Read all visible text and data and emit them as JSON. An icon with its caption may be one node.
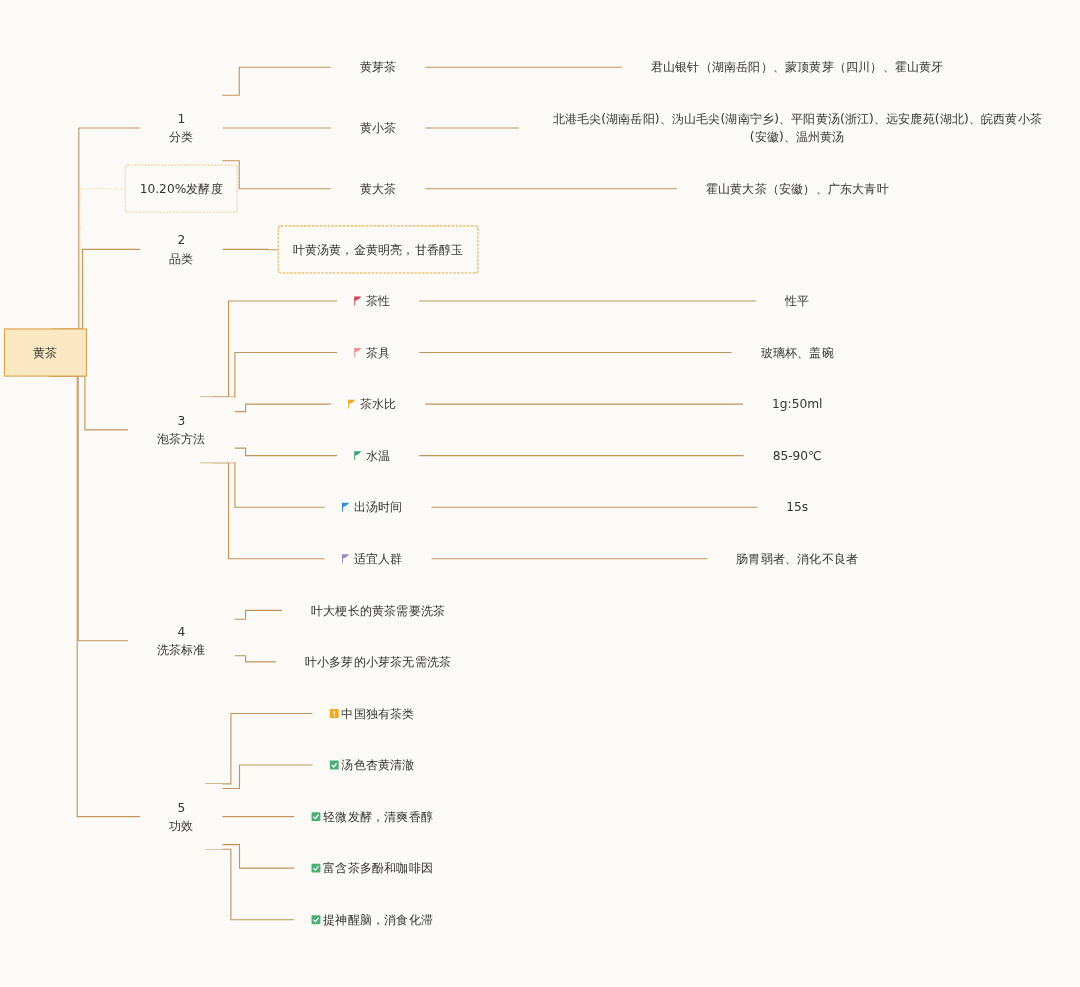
{
  "diagram": {
    "nodes": [
      {
        "text": [
          "黄茶"
        ]
      },
      {
        "text": [
          "1",
          "分类"
        ]
      },
      {
        "text": [
          "10.20%发酵度"
        ]
      },
      {
        "text": [
          "黄芽茶"
        ]
      },
      {
        "text": [
          "君山银针（湖南岳阳）、蒙顶黄芽（四川）、霍山黄牙"
        ]
      },
      {
        "text": [
          "黄小茶"
        ]
      },
      {
        "text": [
          "北港毛尖(湖南岳阳)、沩山毛尖(湖南宁乡)、平阳黄汤(浙江)、远安鹿苑(湖北)、皖西黄小茶(安徽)、温州黄汤"
        ]
      },
      {
        "text": [
          "黄大茶"
        ]
      },
      {
        "text": [
          "霍山黄大茶（安徽）、广东大青叶"
        ]
      },
      {
        "text": [
          "2",
          "品类"
        ]
      },
      {
        "text": [
          "叶黄汤黄，金黄明亮，甘香醇玉"
        ]
      },
      {
        "text": [
          "3",
          "泡茶方法"
        ]
      },
      {
        "text": [
          "茶性"
        ]
      },
      {
        "text": [
          "性平"
        ]
      },
      {
        "text": [
          "茶具"
        ]
      },
      {
        "text": [
          "玻璃杯、盖碗"
        ]
      },
      {
        "text": [
          "茶水比"
        ]
      },
      {
        "text": [
          "1g:50ml"
        ]
      },
      {
        "text": [
          "水温"
        ]
      },
      {
        "text": [
          "85-90℃"
        ]
      },
      {
        "text": [
          "出汤时间"
        ]
      },
      {
        "text": [
          "15s"
        ]
      },
      {
        "text": [
          "适宜人群"
        ]
      },
      {
        "text": [
          "肠胃弱者、消化不良者"
        ]
      },
      {
        "text": [
          "4",
          "洗茶标准"
        ]
      },
      {
        "text": [
          "叶大梗长的黄茶需要洗茶"
        ]
      },
      {
        "text": [
          "叶小多芽的小芽茶无需洗茶"
        ]
      },
      {
        "text": [
          "5",
          "功效"
        ]
      },
      {
        "text": [
          "中国独有茶类"
        ]
      },
      {
        "text": [
          "汤色杏黄清澈"
        ]
      },
      {
        "text": [
          "轻微发酵，清爽香醇"
        ]
      },
      {
        "text": [
          "富含茶多酚和咖啡因"
        ]
      },
      {
        "text": [
          "提神醒脑，消食化滞"
        ]
      }
    ],
    "edges": [
      {
        "from": 0,
        "to": 1,
        "arrow": "none"
      },
      {
        "from": 0,
        "to": 2,
        "arrow": "none",
        "style": "dashed",
        "color": "#efd9a9"
      },
      {
        "from": 1,
        "to": 3,
        "arrow": "none"
      },
      {
        "from": 3,
        "to": 4,
        "arrow": "none"
      },
      {
        "from": 1,
        "to": 5,
        "arrow": "none"
      },
      {
        "from": 5,
        "to": 6,
        "arrow": "none"
      },
      {
        "from": 1,
        "to": 7,
        "arrow": "none"
      },
      {
        "from": 7,
        "to": 8,
        "arrow": "none"
      },
      {
        "from": 0,
        "to": 9,
        "arrow": "none"
      },
      {
        "from": 9,
        "to": 10,
        "arrow": "none"
      },
      {
        "from": 0,
        "to": 11,
        "arrow": "none"
      },
      {
        "from": 11,
        "to": 12,
        "arrow": "none"
      },
      {
        "from": 12,
        "to": 13,
        "arrow": "none"
      },
      {
        "from": 11,
        "to": 14,
        "arrow": "none"
      },
      {
        "from": 14,
        "to": 15,
        "arrow": "none"
      },
      {
        "from": 11,
        "to": 16,
        "arrow": "none"
      },
      {
        "from": 16,
        "to": 17,
        "arrow": "none"
      },
      {
        "from": 11,
        "to": 18,
        "arrow": "none"
      },
      {
        "from": 18,
        "to": 19,
        "arrow": "none"
      },
      {
        "from": 11,
        "to": 20,
        "arrow": "none"
      },
      {
        "from": 20,
        "to": 21,
        "arrow": "none"
      },
      {
        "from": 11,
        "to": 22,
        "arrow": "none"
      },
      {
        "from": 22,
        "to": 23,
        "arrow": "none"
      },
      {
        "from": 0,
        "to": 24,
        "arrow": "none"
      },
      {
        "from": 24,
        "to": 25,
        "arrow": "none"
      },
      {
        "from": 24,
        "to": 26,
        "arrow": "none"
      },
      {
        "from": 0,
        "to": 27,
        "arrow": "none"
      },
      {
        "from": 27,
        "to": 28,
        "arrow": "none"
      },
      {
        "from": 27,
        "to": 29,
        "arrow": "none"
      },
      {
        "from": 27,
        "to": 30,
        "arrow": "none"
      },
      {
        "from": 27,
        "to": 31,
        "arrow": "none"
      },
      {
        "from": 27,
        "to": 32,
        "arrow": "none"
      }
    ]
  }
}
